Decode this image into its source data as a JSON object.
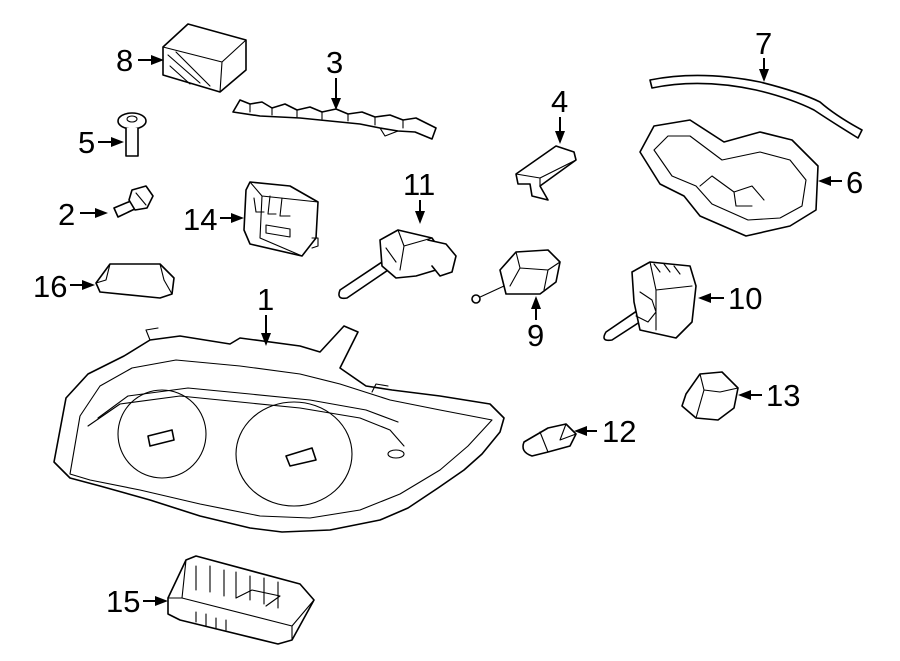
{
  "callouts": {
    "p1": "1",
    "p2": "2",
    "p3": "3",
    "p4": "4",
    "p5": "5",
    "p6": "6",
    "p7": "7",
    "p8": "8",
    "p9": "9",
    "p10": "10",
    "p11": "11",
    "p12": "12",
    "p13": "13",
    "p14": "14",
    "p15": "15",
    "p16": "16"
  }
}
